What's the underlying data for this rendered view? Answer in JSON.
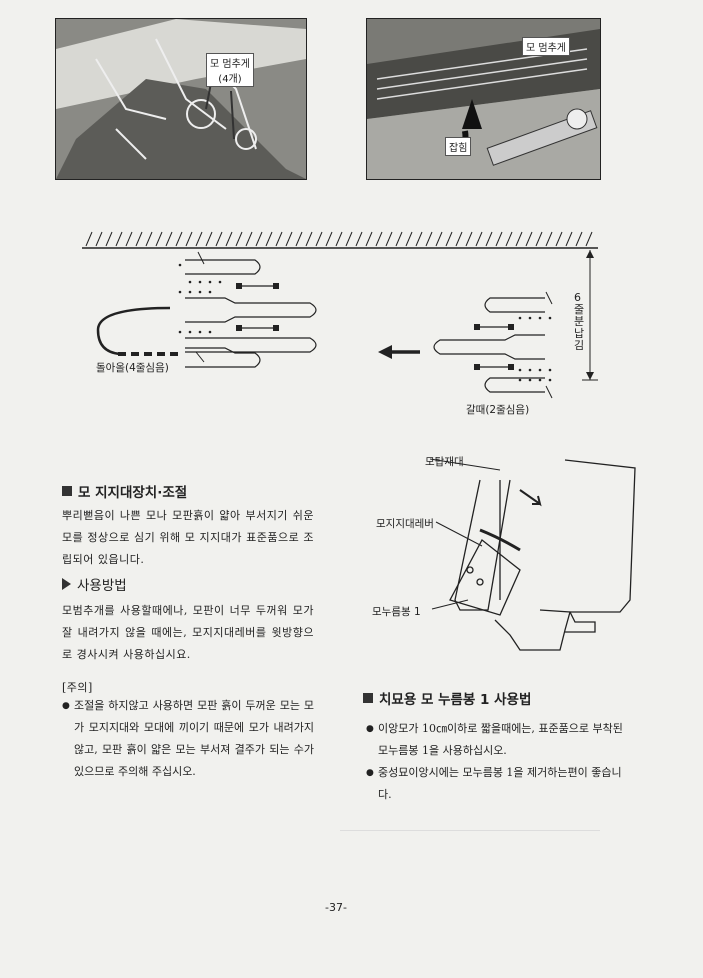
{
  "photo_left": {
    "label_line1": "모 멈추게",
    "label_line2": "(4개)"
  },
  "photo_right": {
    "label_stop": "모 멈추게",
    "label_hold": "잡힘"
  },
  "planting_diagram": {
    "label_return": "돌아올(4줄심음)",
    "label_go": "갈때(2줄심음)",
    "label_vertical": "6줄분납김"
  },
  "section_support": {
    "title": "모 지지대장치·조절",
    "body": "뿌리뻗음이 나쁜 모나 모판흙이 얇아 부서지기 쉬운 모를 정상으로 심기 위해 모 지지대가 표준품으로 조립되어 있읍니다.",
    "subtitle": "사용방법",
    "usage": "모범추개를 사용할때에나, 모판이 너무 두꺼워 모가 잘 내려가지 않을 때에는, 모지지대레버를 윗방향으로 경사시켜 사용하십시요.",
    "caution_title": "[주의]",
    "caution_body": "조절을 하지않고 사용하면 모판 흙이 두꺼운 모는 모가 모지지대와 모대에 끼이기 때문에 모가 내려가지 않고, 모판 흙이 얇은 모는 부서져 결주가 되는 수가 있으므로 주의해 주십시오."
  },
  "support_diagram": {
    "label_tray": "모탑재대",
    "label_lever": "모지지대레버",
    "label_press": "모누름봉 1"
  },
  "section_press": {
    "title": "치묘용 모 누름봉 1 사용법",
    "bullets": [
      "이앙모가 10㎝이하로 짧을때에는, 표준품으로 부착된 모누름봉 1을 사용하십시오.",
      "중성묘이앙시에는 모누름봉 1을 제거하는편이 좋습니다."
    ]
  },
  "page_number": "-37-"
}
